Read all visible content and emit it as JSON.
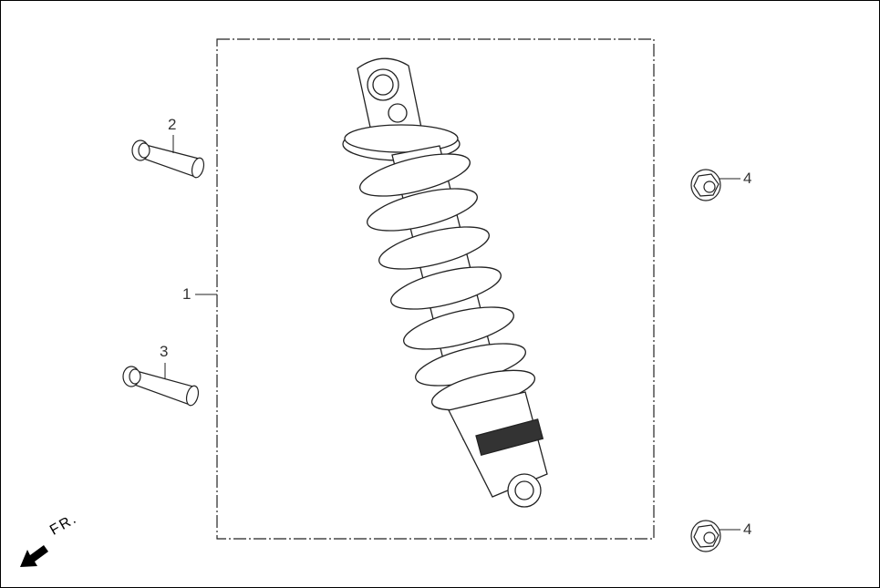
{
  "diagram": {
    "type": "exploded-parts-diagram",
    "subject": "rear shock absorber assembly",
    "direction_indicator": {
      "label": "FR.",
      "icon": "arrow-down-left-icon"
    },
    "callouts": [
      {
        "number": "1",
        "part": "shock absorber assembly (kit boundary)"
      },
      {
        "number": "2",
        "part": "flange bolt (upper)"
      },
      {
        "number": "3",
        "part": "flange bolt (lower)"
      },
      {
        "number": "4",
        "part": "flange nut (upper)"
      },
      {
        "number": "4",
        "part": "flange nut (lower)"
      }
    ]
  }
}
